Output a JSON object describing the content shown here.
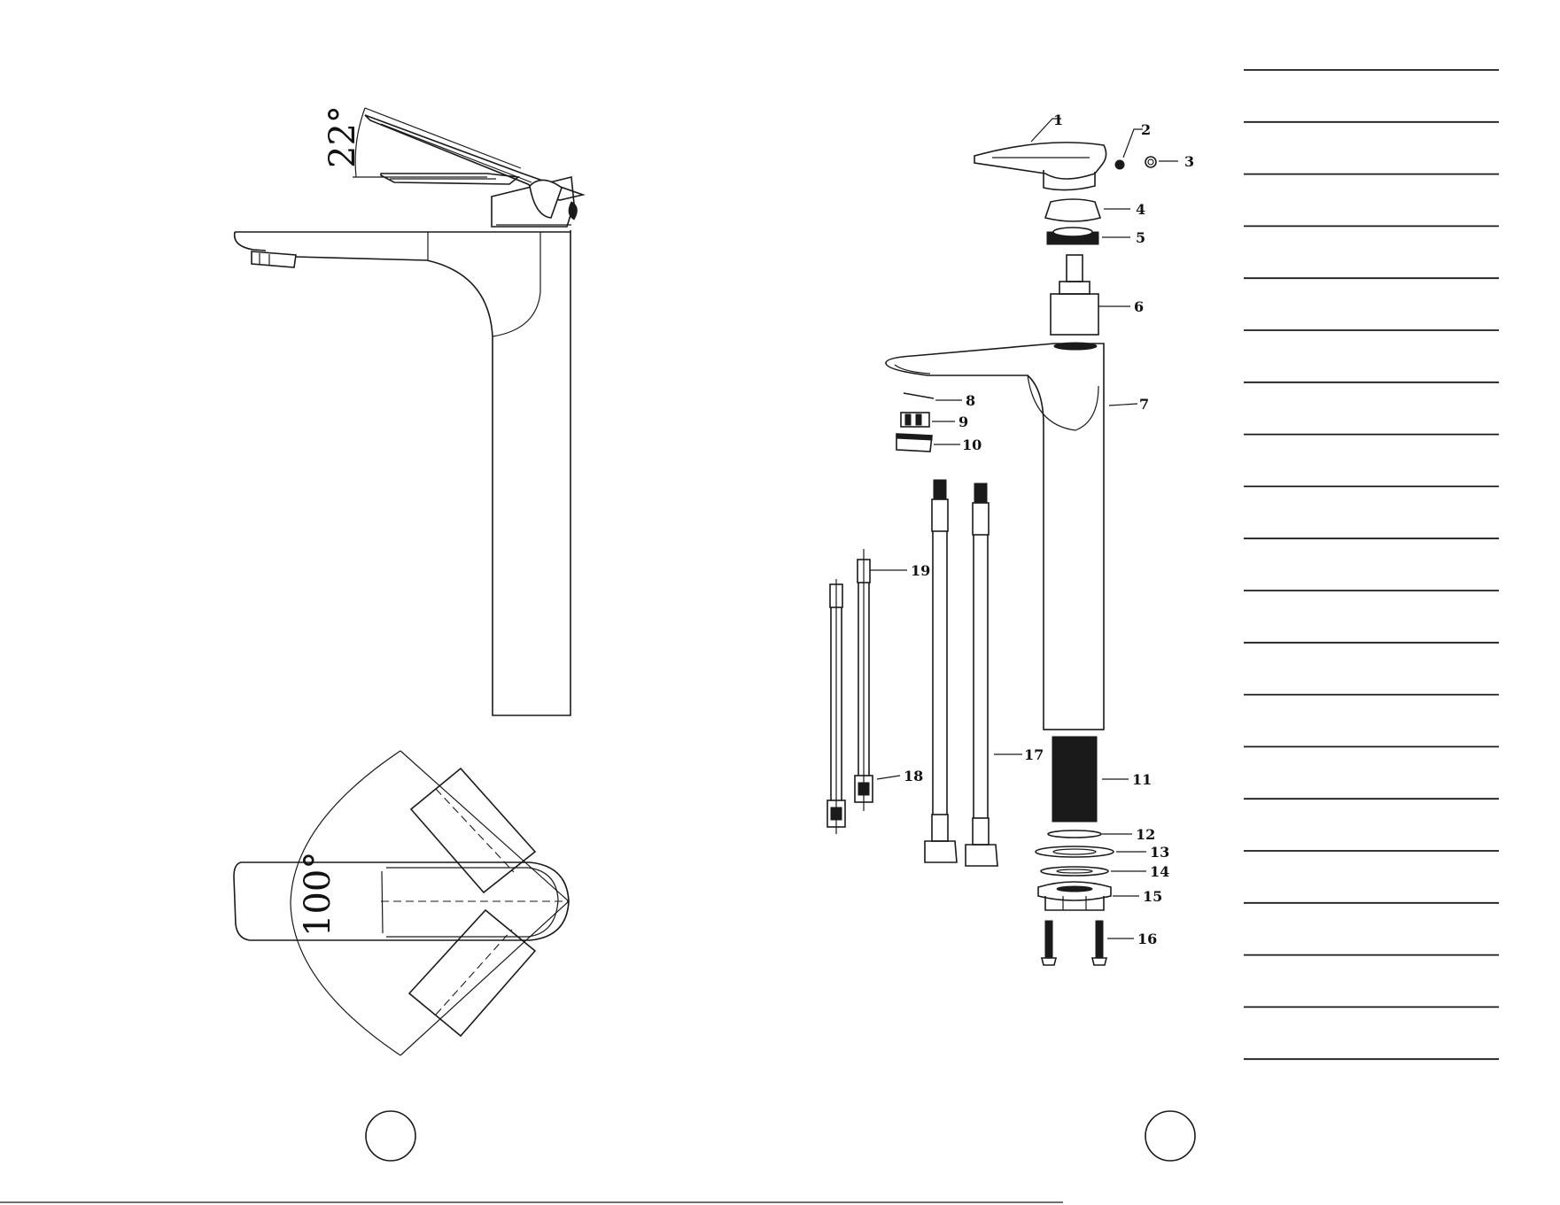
{
  "angles": {
    "handle_tilt": "22°",
    "handle_swing": "100°"
  },
  "parts": [
    {
      "num": "1"
    },
    {
      "num": "2"
    },
    {
      "num": "3"
    },
    {
      "num": "4"
    },
    {
      "num": "5"
    },
    {
      "num": "6"
    },
    {
      "num": "7"
    },
    {
      "num": "8"
    },
    {
      "num": "9"
    },
    {
      "num": "10"
    },
    {
      "num": "11"
    },
    {
      "num": "12"
    },
    {
      "num": "13"
    },
    {
      "num": "14"
    },
    {
      "num": "15"
    },
    {
      "num": "16"
    },
    {
      "num": "17"
    },
    {
      "num": "18"
    },
    {
      "num": "19"
    }
  ],
  "parts_list_rows": 20,
  "page_markers": 2
}
